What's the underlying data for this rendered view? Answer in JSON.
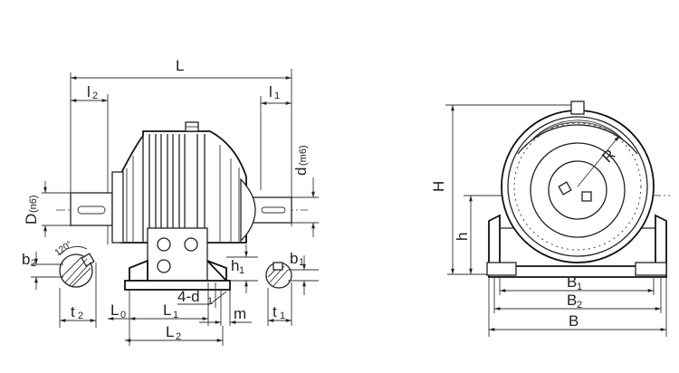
{
  "front_view": {
    "overall_length": "L",
    "input_shaft_length": "l",
    "input_shaft_length_sub": "2",
    "output_shaft_length": "l",
    "output_shaft_length_sub": "1",
    "output_shaft_diameter": "d",
    "output_shaft_diameter_sub": "(m6)",
    "input_shaft_diameter": "D",
    "input_shaft_diameter_sub": "(n6)",
    "key_height_left": "b",
    "key_height_left_sub": "2",
    "key_angle": "120°",
    "key_depth_left": "t",
    "key_depth_left_sub": "2",
    "foot_offset": "L",
    "foot_offset_sub": "0",
    "foot_span_1": "L",
    "foot_span_1_sub": "1",
    "foot_span_2": "L",
    "foot_span_2_sub": "2",
    "bolt_holes": "4-d",
    "bolt_holes_sub": "1",
    "foot_height": "h",
    "foot_height_sub": "1",
    "foot_width": "m",
    "key_height_right": "b",
    "key_height_right_sub": "1",
    "key_depth_right": "t",
    "key_depth_right_sub": "1"
  },
  "side_view": {
    "overall_height": "H",
    "center_height": "h",
    "radius": "R",
    "foot_span_1": "B",
    "foot_span_1_sub": "1",
    "foot_span_2": "B",
    "foot_span_2_sub": "2",
    "overall_width": "B"
  }
}
